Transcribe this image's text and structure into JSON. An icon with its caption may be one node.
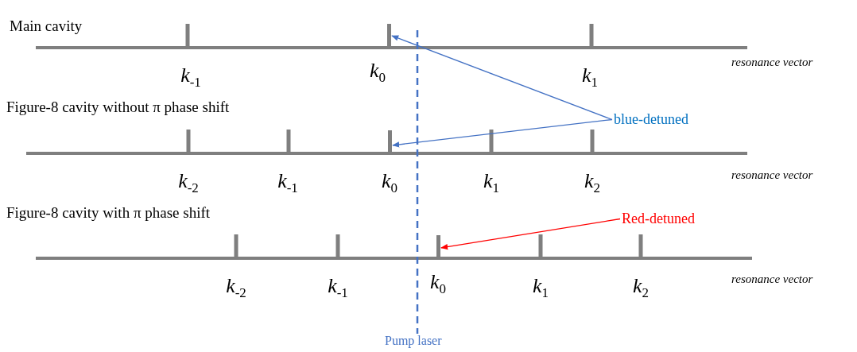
{
  "diagram": {
    "nodes": [
      {
        "text": [],
        "shape": "bar",
        "beside": [
          "*k*$_{0}$"
        ]
      },
      {
        "text": [
          "blue-detuned"
        ]
      },
      {
        "text": [],
        "shape": "bar",
        "beside": [
          "*k*$_{0}$"
        ]
      },
      {
        "text": [
          "Red-detuned"
        ]
      },
      {
        "text": [],
        "shape": "bar",
        "beside": [
          "*k*$_{0}$"
        ]
      }
    ],
    "edges": [
      {
        "from": 1,
        "to": 0,
        "arrow": "to"
      },
      {
        "from": 1,
        "to": 2,
        "arrow": "to"
      },
      {
        "from": 3,
        "to": 4,
        "arrow": "to",
        "color": "#ff0000"
      }
    ],
    "labels": [
      "Main cavity",
      "*k*$_{-1}$",
      "*k*$_{1}$",
      "resonance vector",
      "Figure-8 cavity without π phase shift",
      "*k*$_{-2}$",
      "*k*$_{-1}$",
      "*k*$_{1}$",
      "*k*$_{2}$",
      "resonance vector",
      "Figure-8 cavity with π phase shift",
      "*k*$_{-2}$",
      "*k*$_{-1}$",
      "*k*$_{1}$",
      "*k*$_{2}$",
      "resonance vector",
      "Pump laser"
    ]
  }
}
